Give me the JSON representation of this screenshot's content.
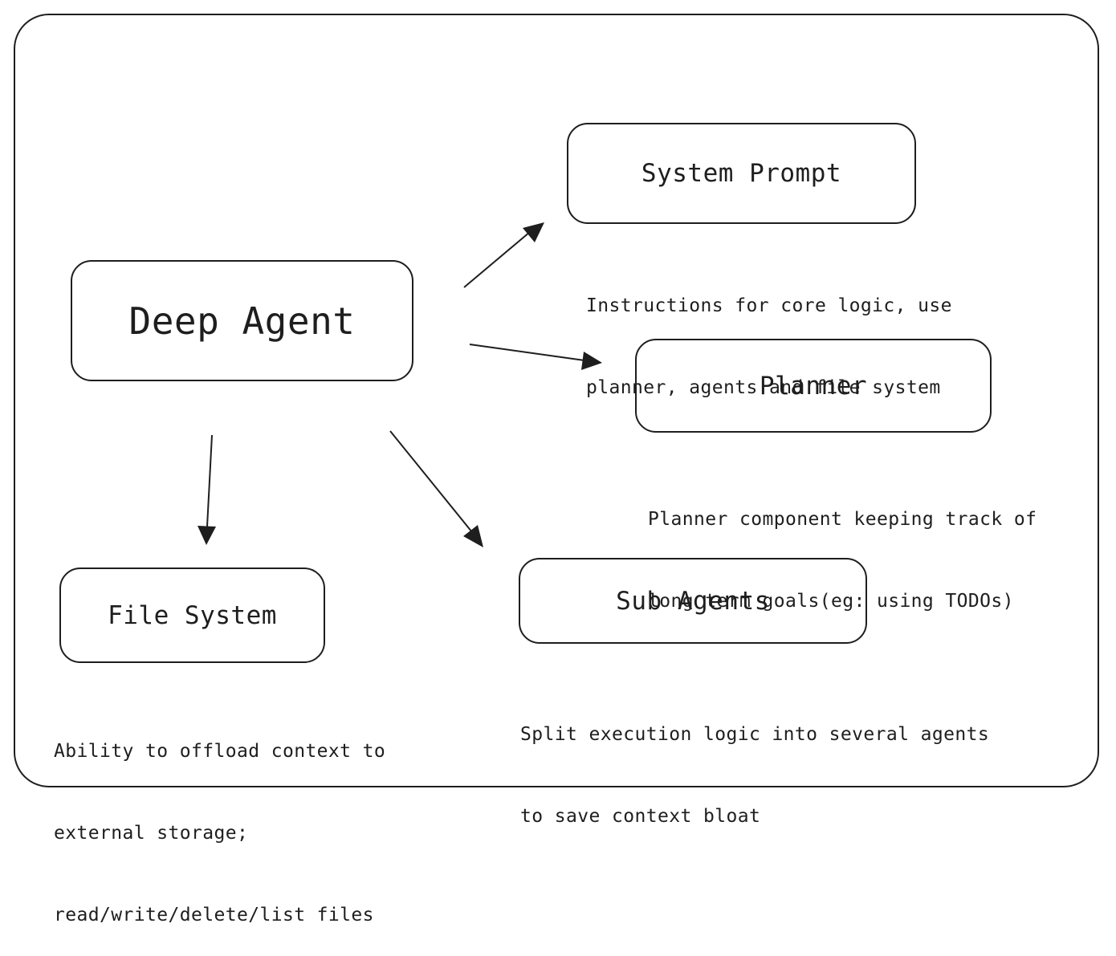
{
  "nodes": {
    "deep_agent": "Deep Agent",
    "system_prompt": "System Prompt",
    "planner": "Planner",
    "sub_agents": "Sub Agents",
    "file_system": "File System"
  },
  "descriptions": {
    "system_prompt": [
      "Instructions for core logic, use",
      "planner, agents and file system"
    ],
    "planner": [
      "Planner component keeping track of",
      "long term goals(eg: using TODOs)"
    ],
    "sub_agents": [
      "Split execution logic into several agents",
      "to save context bloat"
    ],
    "file_system": [
      "Ability to offload context to",
      "external storage;",
      "read/write/delete/list files"
    ]
  }
}
